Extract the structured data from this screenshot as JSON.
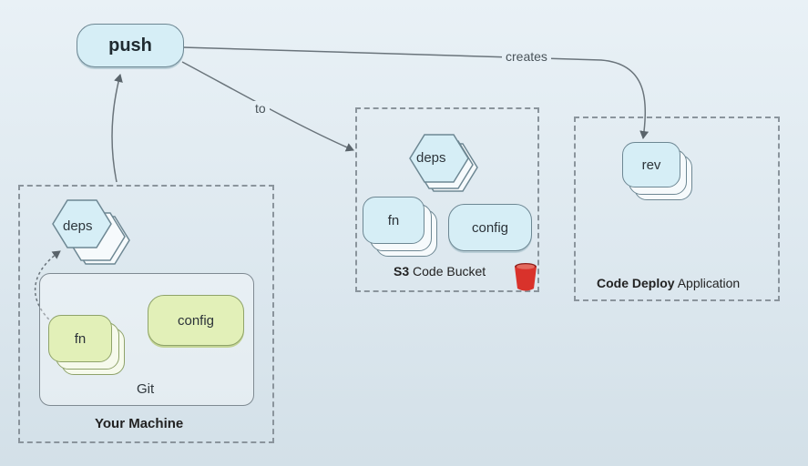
{
  "nodes": {
    "push": "push",
    "local_deps": "deps",
    "local_fn": "fn",
    "local_config": "config",
    "s3_deps": "deps",
    "s3_fn": "fn",
    "s3_config": "config",
    "rev": "rev"
  },
  "groups": {
    "git": "Git",
    "your_machine": "Your Machine",
    "s3_bold": "S3",
    "s3_rest": "Code Bucket",
    "codedeploy_bold": "Code Deploy",
    "codedeploy_rest": "Application"
  },
  "edges": {
    "to": "to",
    "creates": "creates"
  },
  "colors": {
    "blue_fill": "#d6eef6",
    "green_fill": "#e2f0b8",
    "bucket_red": "#d9322b",
    "dashed_border": "#8a949c"
  },
  "icons": {
    "bucket": "s3-bucket-icon"
  }
}
